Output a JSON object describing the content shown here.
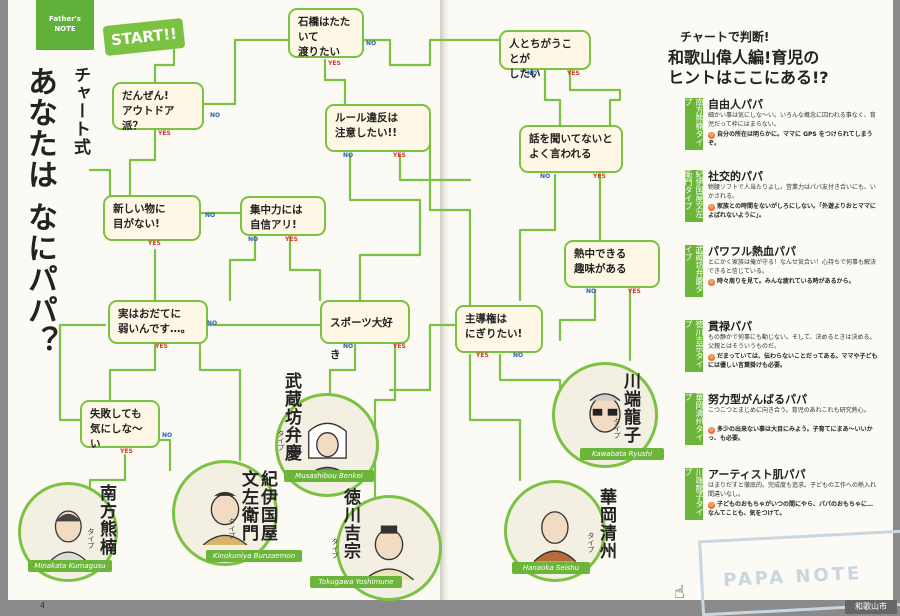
{
  "brand": {
    "line1": "Father's",
    "line2": "NOTE"
  },
  "title": {
    "part1": "チャート式",
    "part2": "あなたは なにパパ？"
  },
  "start": "START!!",
  "labels": {
    "yes": "YES",
    "no": "NO"
  },
  "questions": [
    {
      "id": "q1",
      "text": "だんぜん!\nアウトドア派？"
    },
    {
      "id": "q2",
      "text": "石橋はたたいて\n渡りたい"
    },
    {
      "id": "q3",
      "text": "人とちがうことが\nしたい"
    },
    {
      "id": "q4",
      "text": "ルール違反は\n注意したい!!"
    },
    {
      "id": "q5",
      "text": "話を聞いてないと\nよく言われる"
    },
    {
      "id": "q6",
      "text": "新しい物に\n目がない!"
    },
    {
      "id": "q7",
      "text": "集中力には\n自信アリ!"
    },
    {
      "id": "q8",
      "text": "熱中できる\n趣味がある"
    },
    {
      "id": "q9",
      "text": "実はおだてに\n弱いんです…。"
    },
    {
      "id": "q10",
      "text": "スポーツ大好き"
    },
    {
      "id": "q11",
      "text": "主導権は\nにぎりたい!"
    },
    {
      "id": "q12",
      "text": "失敗しても\n気にしな～い"
    }
  ],
  "results": [
    {
      "name": "南方熊楠",
      "type": "タイプ",
      "roman": "Minakata Kumagusu"
    },
    {
      "name": "紀伊国屋\n文左衛門",
      "type": "タイプ",
      "roman": "Kinokuniya Bunzaemon"
    },
    {
      "name": "武蔵坊弁慶",
      "type": "タイプ",
      "roman": "Musashibou Benkei"
    },
    {
      "name": "徳川吉宗",
      "type": "タイプ",
      "roman": "Tokugawa Yoshimune"
    },
    {
      "name": "華岡清州",
      "type": "タイプ",
      "roman": "Hanaoka Seishu"
    },
    {
      "name": "川端龍子",
      "type": "タイプ",
      "roman": "Kawabata Ryushi"
    }
  ],
  "page_number": "4",
  "right": {
    "kicker": "チャートで判断!",
    "headline1": "和歌山偉人編!育児の",
    "headline2": "ヒントはここにある!?",
    "entries": [
      {
        "badge": "南方熊楠タイプ",
        "title": "自由人パパ",
        "desc": "細かい事は気にしな～い。いろんな概念に囚われる事なく、育児だって枠にはまらない。",
        "tip": "自分の所在は明らかに。ママに GPS をつけられてしまうぞ。"
      },
      {
        "badge": "紀伊国屋文左衛門タイプ",
        "title": "社交的パパ",
        "desc": "物腰ソフトで人当たりよし。営業力はパパ友付き合いにも、いかされる。",
        "tip": "家族との時間をないがしろにしない。「外遊よりおとママによばれないように」。"
      },
      {
        "badge": "武蔵坊弁慶タイプ",
        "title": "パワフル熱血パパ",
        "desc": "とにかく家族は俺が守る！なんせ気合い！心持ちで何事も解決できると信じている。",
        "tip": "時々周りを見て。みんな疲れている時があるから。"
      },
      {
        "badge": "徳川吉宗タイプ",
        "title": "貫禄パパ",
        "desc": "もの静かで何事にも動じない。そして、決めるときは決める。父親とはそういうものだ。",
        "tip": "だまっていては、伝わらないことだってある。ママや子どもには優しい言葉掛けも必要。"
      },
      {
        "badge": "華岡清州タイプ",
        "title": "努力型がんばるパパ",
        "desc": "こつこつとまじめに向き合う。育児のあれこれも研究熱心。",
        "tip": "多少の出来ない事は大目にみよう。子育てにまあ～いいかっ、も必要。"
      },
      {
        "badge": "川端龍子タイプ",
        "title": "アーティスト肌パパ",
        "desc": "はまりだすと徹底的。完成度も追求。子どもの工作への熱入れ間違いなし。",
        "tip": "子どものおもちゃがいつの間にやら、パパのおもちゃに…なんてことも、気をつけて。"
      }
    ]
  },
  "stamp": "PAPA NOTE",
  "footer": "和歌山市"
}
